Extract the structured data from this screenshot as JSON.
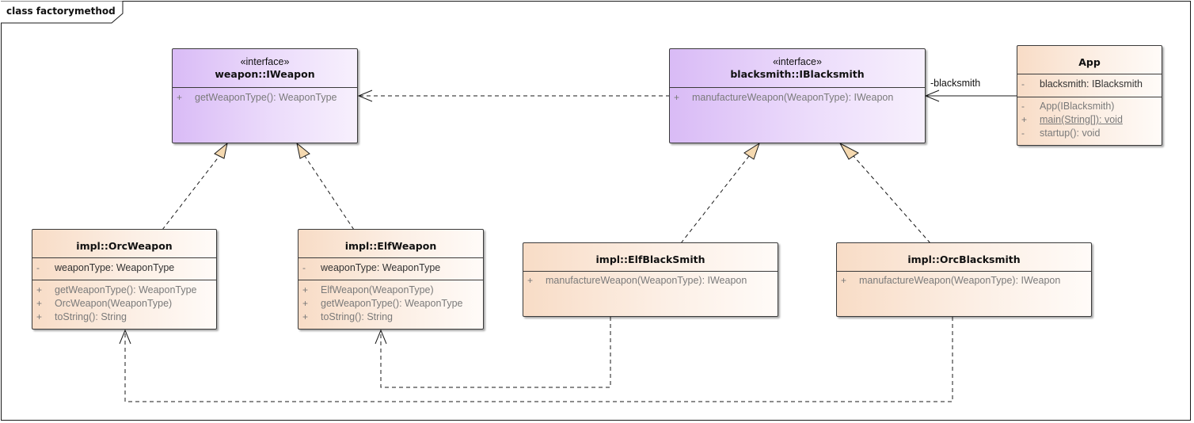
{
  "frame": {
    "title": "class factorymethod"
  },
  "colors": {
    "interface_fill": "#d9bbf6",
    "class_fill": "#f8dcc6",
    "realization_arrow": "#f5d9b0",
    "line": "#1a1a1a"
  },
  "classes": {
    "iweapon": {
      "stereotype": "«interface»",
      "name": "weapon::IWeapon",
      "operations": [
        {
          "vis": "+",
          "sig": "getWeaponType(): WeaponType"
        }
      ]
    },
    "iblacksmith": {
      "stereotype": "«interface»",
      "name": "blacksmith::IBlacksmith",
      "operations": [
        {
          "vis": "+",
          "sig": "manufactureWeapon(WeaponType): IWeapon"
        }
      ]
    },
    "app": {
      "name": "App",
      "attributes": [
        {
          "vis": "-",
          "sig": "blacksmith: IBlacksmith"
        }
      ],
      "operations": [
        {
          "vis": "-",
          "sig": "App(IBlacksmith)"
        },
        {
          "vis": "+",
          "sig": "main(String[]): void"
        },
        {
          "vis": "-",
          "sig": "startup(): void"
        }
      ]
    },
    "orcweapon": {
      "name": "impl::OrcWeapon",
      "attributes": [
        {
          "vis": "-",
          "sig": "weaponType: WeaponType"
        }
      ],
      "operations": [
        {
          "vis": "+",
          "sig": "getWeaponType(): WeaponType"
        },
        {
          "vis": "+",
          "sig": "OrcWeapon(WeaponType)"
        },
        {
          "vis": "+",
          "sig": "toString(): String"
        }
      ]
    },
    "elfweapon": {
      "name": "impl::ElfWeapon",
      "attributes": [
        {
          "vis": "-",
          "sig": "weaponType: WeaponType"
        }
      ],
      "operations": [
        {
          "vis": "+",
          "sig": "ElfWeapon(WeaponType)"
        },
        {
          "vis": "+",
          "sig": "getWeaponType(): WeaponType"
        },
        {
          "vis": "+",
          "sig": "toString(): String"
        }
      ]
    },
    "elfblacksmith": {
      "name": "impl::ElfBlackSmith",
      "operations": [
        {
          "vis": "+",
          "sig": "manufactureWeapon(WeaponType): IWeapon"
        }
      ]
    },
    "orcblacksmith": {
      "name": "impl::OrcBlacksmith",
      "operations": [
        {
          "vis": "+",
          "sig": "manufactureWeapon(WeaponType): IWeapon"
        }
      ]
    }
  },
  "associations": {
    "app_to_blacksmith_role": "-blacksmith"
  }
}
